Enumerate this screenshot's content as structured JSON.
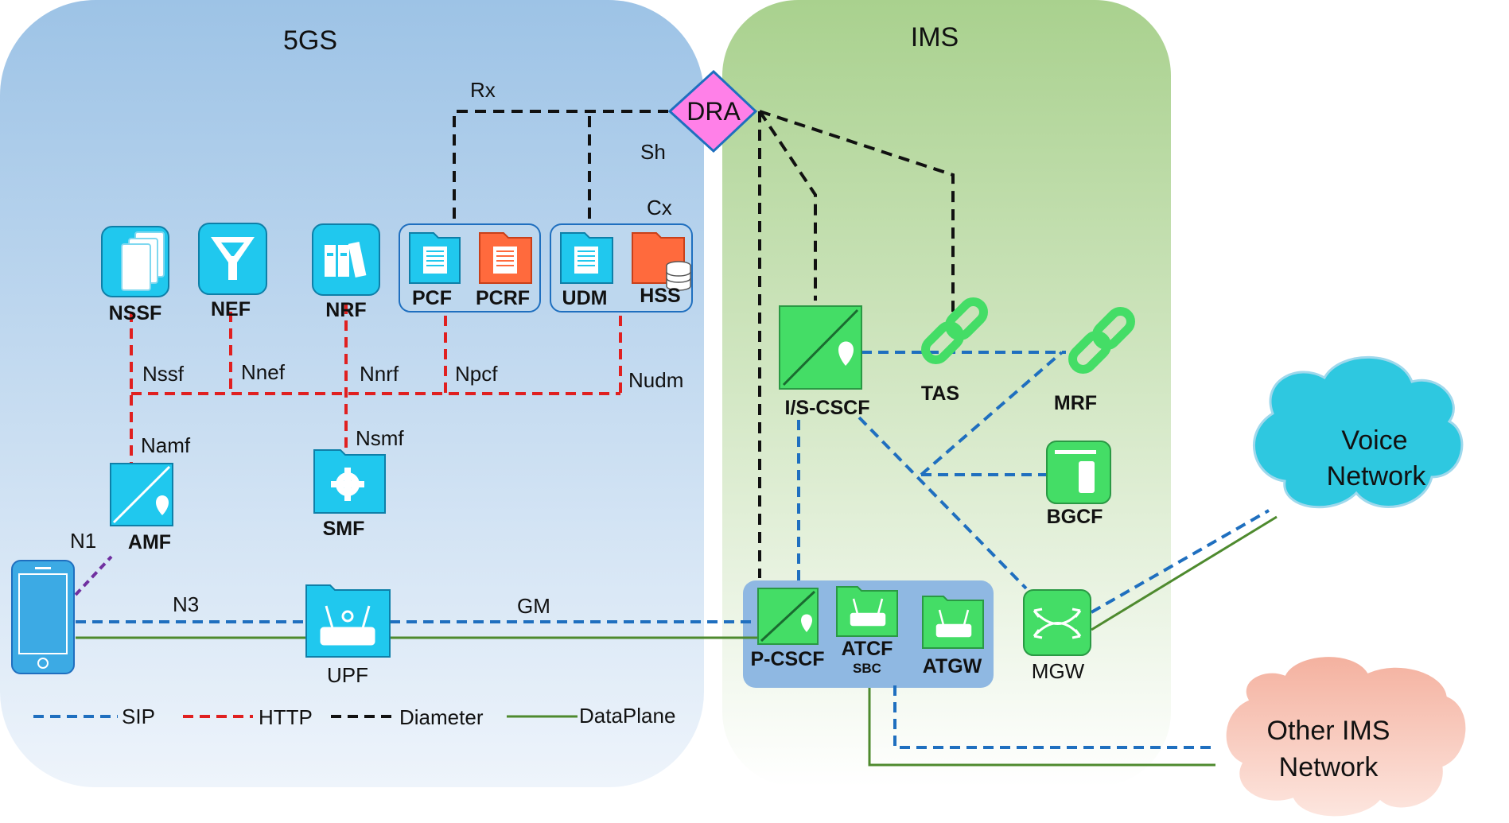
{
  "regions": {
    "fiveGS": "5GS",
    "ims": "IMS"
  },
  "dra": "DRA",
  "nodes": {
    "nssf": "NSSF",
    "nef": "NEF",
    "nrf": "NRF",
    "pcf": "PCF",
    "pcrf": "PCRF",
    "udm": "UDM",
    "hss": "HSS",
    "amf": "AMF",
    "smf": "SMF",
    "upf": "UPF",
    "iscscf": "I/S-CSCF",
    "tas": "TAS",
    "mrf": "MRF",
    "bgcf": "BGCF",
    "pcscf": "P-CSCF",
    "atcf": "ATCF",
    "sbc": "SBC",
    "atgw": "ATGW",
    "mgw": "MGW"
  },
  "interfaces": {
    "rx": "Rx",
    "sh": "Sh",
    "cx": "Cx",
    "nssf": "Nssf",
    "nnef": "Nnef",
    "nnrf": "Nnrf",
    "npcf": "Npcf",
    "nudm": "Nudm",
    "namf": "Namf",
    "nsmf": "Nsmf",
    "n1": "N1",
    "n3": "N3",
    "gm": "GM"
  },
  "clouds": {
    "voice": {
      "line1": "Voice",
      "line2": "Network"
    },
    "otherIms": {
      "line1": "Other IMS",
      "line2": "Network"
    }
  },
  "legend": {
    "sip": "SIP",
    "http": "HTTP",
    "diameter": "Diameter",
    "dataplane": "DataPlane"
  },
  "colors": {
    "sip": "#1f6fbf",
    "http": "#e02020",
    "diameter": "#111111",
    "dataplane": "#4e8a2e",
    "n1": "#7030a0",
    "cyanIcon": "#20c8ee",
    "greenIcon": "#44dd66"
  }
}
